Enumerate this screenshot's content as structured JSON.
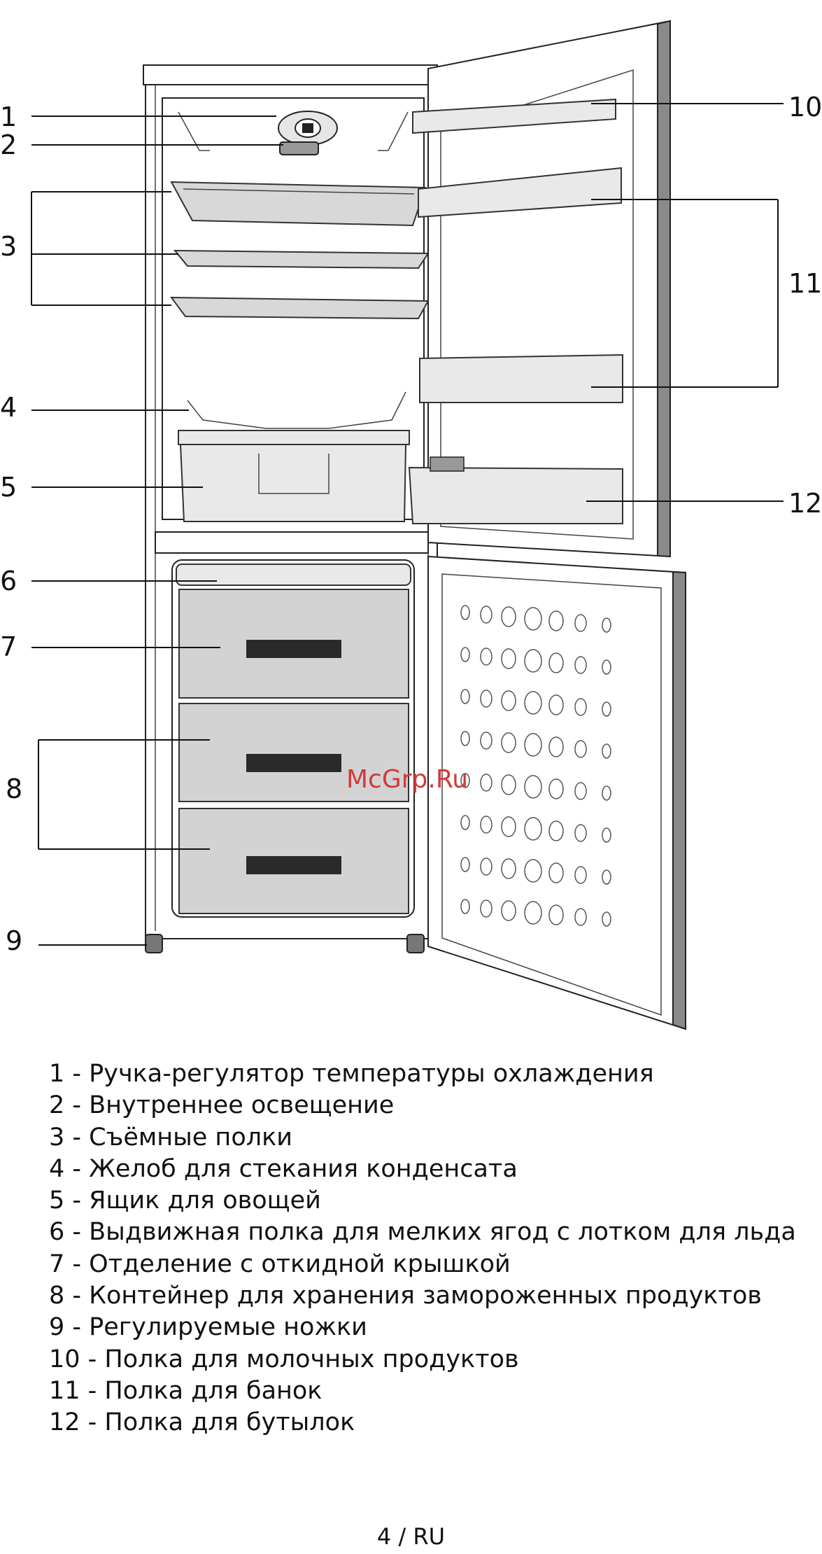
{
  "diagram": {
    "callouts": [
      "1",
      "2",
      "3",
      "4",
      "5",
      "6",
      "7",
      "8",
      "9",
      "10",
      "11",
      "12"
    ],
    "watermark": "McGrp.Ru"
  },
  "legend": {
    "items": [
      "1 - Ручка-регулятор температуры охлаждения",
      "2 - Внутреннее освещение",
      "3 - Съёмные полки",
      "4 - Желоб для стекания конденсата",
      "5 - Ящик для овощей",
      "6 - Выдвижная полка для мелких ягод с лотком для льда",
      "7 - Отделение с откидной крышкой",
      "8 - Контейнер для хранения замороженных продуктов",
      "9 - Регулируемые ножки",
      "10 - Полка для молочных продуктов",
      "11 - Полка для банок",
      "12 - Полка для бутылок"
    ]
  },
  "footer": {
    "page": "4 / RU"
  }
}
